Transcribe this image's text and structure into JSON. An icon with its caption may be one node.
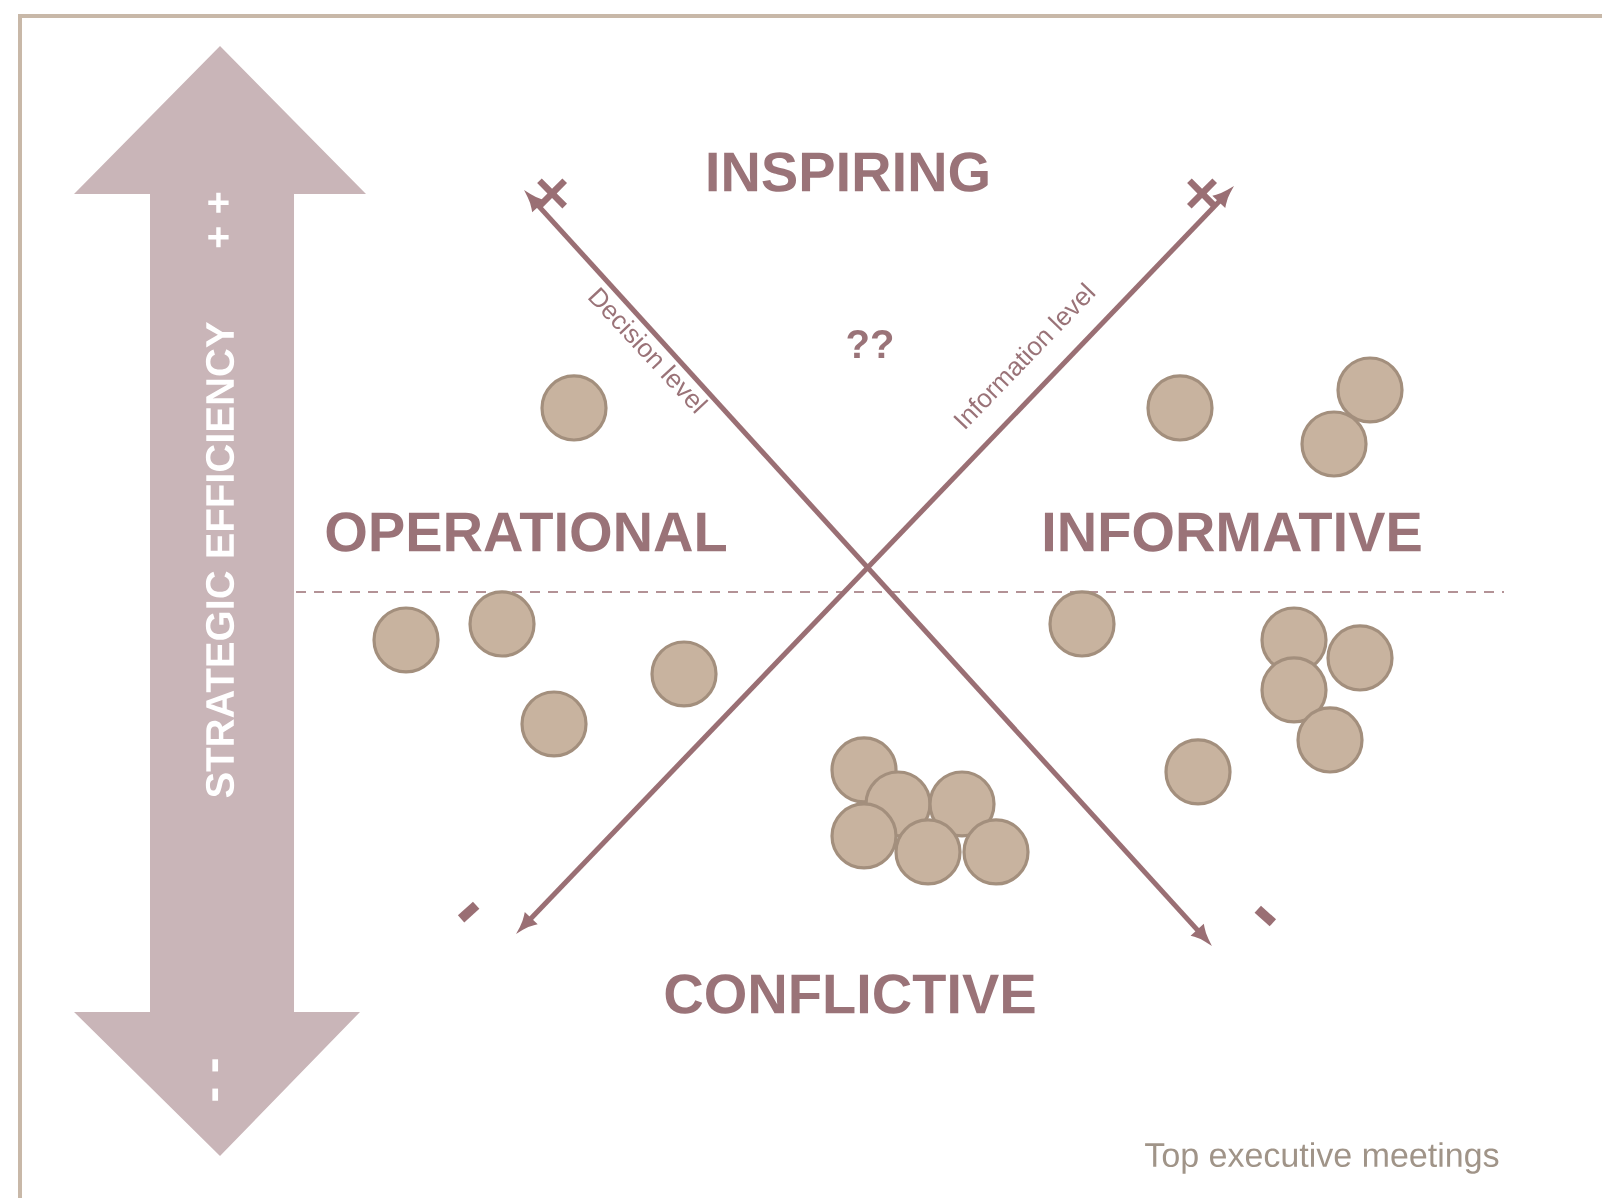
{
  "diagram": {
    "nodes": [
      {
        "text": [
          "STRATEGIC EFFICIENCY",
          "+ +",
          "- -"
        ]
      }
    ],
    "labels": [
      "×",
      "INSPIRING",
      "×",
      "Decision level",
      "??",
      "Information level",
      "OPERATIONAL",
      "INFORMATIVE",
      "-",
      "-",
      "CONFLICTIVE",
      "Top executive meetings"
    ]
  }
}
